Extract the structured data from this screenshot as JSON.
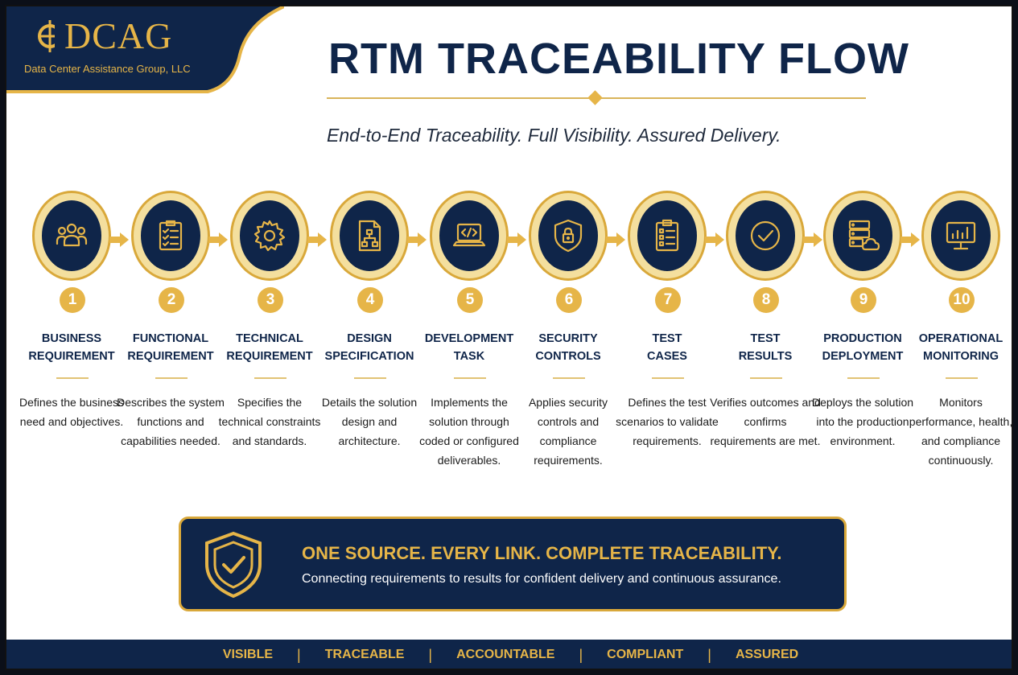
{
  "logo": {
    "name": "DCAG",
    "tagline": "Data Center Assistance Group, LLC"
  },
  "title": "RTM TRACEABILITY FLOW",
  "subtitle": "End-to-End Traceability. Full Visibility. Assured Delivery.",
  "colors": {
    "navy": "#0f2549",
    "gold": "#e6b548",
    "ring_fill": "#f4df9e"
  },
  "steps": [
    {
      "number": "1",
      "icon": "people-icon",
      "title_line1": "BUSINESS",
      "title_line2": "REQUIREMENT",
      "desc": "Defines the business need and objectives."
    },
    {
      "number": "2",
      "icon": "checklist-icon",
      "title_line1": "FUNCTIONAL",
      "title_line2": "REQUIREMENT",
      "desc": "Describes the system functions and capabilities needed."
    },
    {
      "number": "3",
      "icon": "gear-icon",
      "title_line1": "TECHNICAL",
      "title_line2": "REQUIREMENT",
      "desc": "Specifies the technical constraints and standards."
    },
    {
      "number": "4",
      "icon": "document-hierarchy-icon",
      "title_line1": "DESIGN",
      "title_line2": "SPECIFICATION",
      "desc": "Details the solution design and architecture."
    },
    {
      "number": "5",
      "icon": "laptop-code-icon",
      "title_line1": "DEVELOPMENT",
      "title_line2": "TASK",
      "desc": "Implements the solution through coded or configured deliverables."
    },
    {
      "number": "6",
      "icon": "shield-lock-icon",
      "title_line1": "SECURITY",
      "title_line2": "CONTROLS",
      "desc": "Applies security controls and compliance requirements."
    },
    {
      "number": "7",
      "icon": "clipboard-list-icon",
      "title_line1": "TEST",
      "title_line2": "CASES",
      "desc": "Defines the test scenarios to validate requirements."
    },
    {
      "number": "8",
      "icon": "check-circle-icon",
      "title_line1": "TEST",
      "title_line2": "RESULTS",
      "desc": "Verifies outcomes and confirms requirements are met."
    },
    {
      "number": "9",
      "icon": "server-cloud-icon",
      "title_line1": "PRODUCTION",
      "title_line2": "DEPLOYMENT",
      "desc": "Deploys the solution into the production environment."
    },
    {
      "number": "10",
      "icon": "monitor-chart-icon",
      "title_line1": "OPERATIONAL",
      "title_line2": "MONITORING",
      "desc": "Monitors performance, health, and compliance continuously."
    }
  ],
  "banner": {
    "icon": "shield-check-icon",
    "title": "ONE SOURCE. EVERY LINK. COMPLETE TRACEABILITY.",
    "subtitle": "Connecting requirements to results for confident delivery and continuous assurance."
  },
  "footer": {
    "items": [
      "VISIBLE",
      "TRACEABLE",
      "ACCOUNTABLE",
      "COMPLIANT",
      "ASSURED"
    ],
    "separator": "|"
  }
}
